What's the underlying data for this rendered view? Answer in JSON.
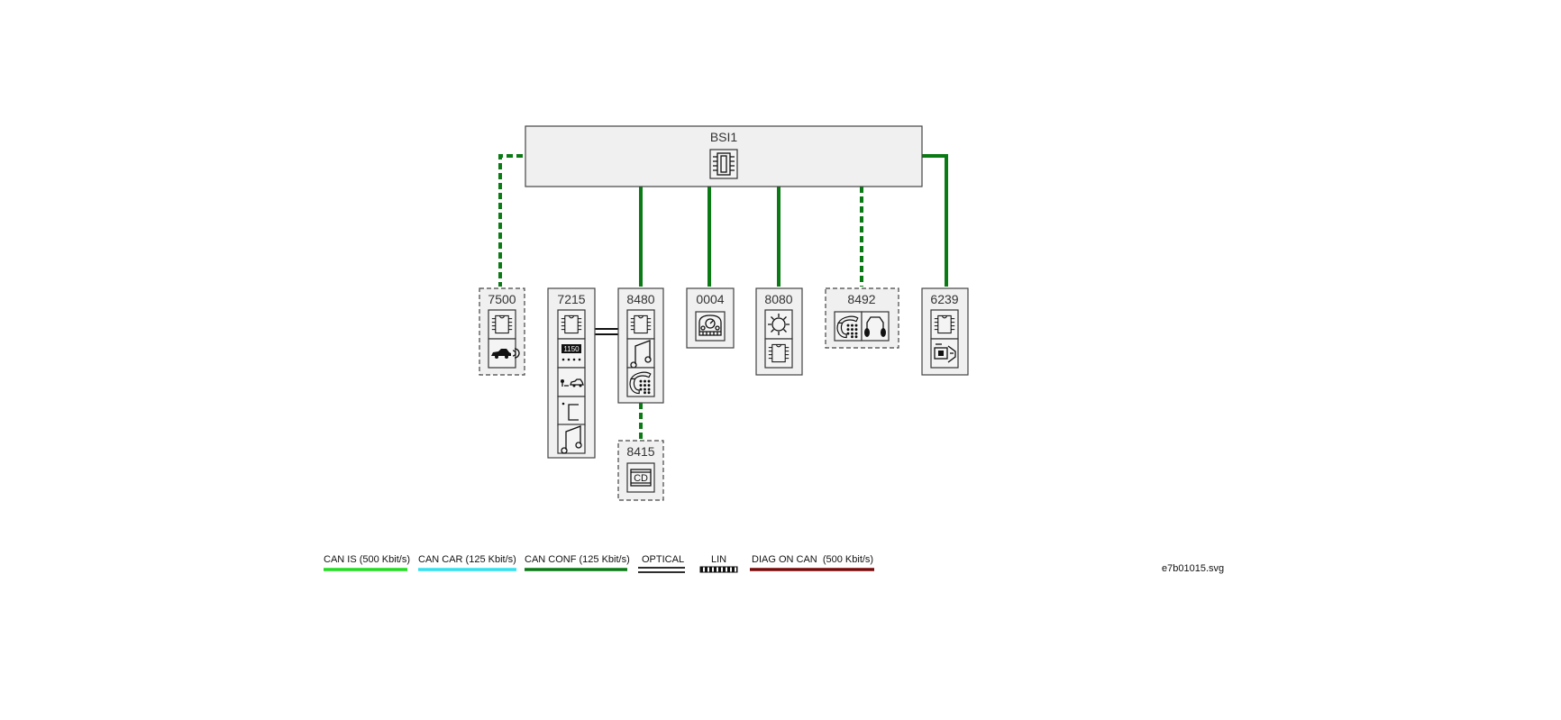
{
  "diagram": {
    "title_file": "e7b01015.svg",
    "hub": {
      "id": "BSI1",
      "icon": "ecu-chip-icon"
    },
    "nodes": [
      {
        "id": "7500",
        "style": "dashed",
        "link": "CAN CONF (125 Kbit/s)",
        "link_style": "dashed",
        "icons": [
          "ecu-chip-icon",
          "car-sensor-icon"
        ]
      },
      {
        "id": "7215",
        "style": "solid",
        "link": "OPTICAL",
        "link_style": "optical-to-8480",
        "icons": [
          "ecu-chip-icon",
          "clock-display-icon",
          "key-car-icon",
          "seat-icon",
          "music-note-icon"
        ]
      },
      {
        "id": "8480",
        "style": "solid",
        "link": "CAN CONF (125 Kbit/s)",
        "link_style": "solid",
        "icons": [
          "ecu-chip-icon",
          "music-note-icon",
          "telephone-keypad-icon"
        ]
      },
      {
        "id": "0004",
        "style": "solid",
        "link": "CAN CONF (125 Kbit/s)",
        "link_style": "solid",
        "icons": [
          "instrument-cluster-icon"
        ]
      },
      {
        "id": "8080",
        "style": "solid",
        "link": "CAN CONF (125 Kbit/s)",
        "link_style": "solid",
        "icons": [
          "climate-fan-icon",
          "ecu-chip-icon"
        ]
      },
      {
        "id": "8492",
        "style": "dashed",
        "link": "CAN CONF (125 Kbit/s)",
        "link_style": "dashed",
        "icons": [
          "telephone-keypad-icon",
          "headphones-icon"
        ]
      },
      {
        "id": "6239",
        "style": "solid",
        "link": "CAN CONF (125 Kbit/s)",
        "link_style": "solid",
        "icons": [
          "ecu-chip-icon",
          "navigation-display-icon"
        ]
      },
      {
        "id": "8415",
        "style": "dashed",
        "link": "CAN CONF (125 Kbit/s) from 8480",
        "link_style": "dashed",
        "icons": [
          "cd-changer-icon"
        ]
      }
    ],
    "colors": {
      "can_conf": "#0a7a14",
      "can_is": "#22dd22",
      "can_car": "#33e0f0",
      "diag": "#7a0a0a",
      "box_fill": "#f0f0f0"
    }
  },
  "legend": [
    {
      "label": "CAN IS (500 Kbit/s)",
      "color": "#22dd22",
      "style": "solid"
    },
    {
      "label": "CAN CAR (125 Kbit/s)",
      "color": "#33e0f0",
      "style": "solid"
    },
    {
      "label": "CAN CONF (125 Kbit/s)",
      "color": "#0a7a14",
      "style": "solid"
    },
    {
      "label": "OPTICAL",
      "color": "#111111",
      "style": "double"
    },
    {
      "label": "LIN",
      "color": "#111111",
      "style": "hatched"
    },
    {
      "label": "DIAG ON CAN  (500 Kbit/s)",
      "color": "#7a0a0a",
      "style": "solid"
    }
  ]
}
